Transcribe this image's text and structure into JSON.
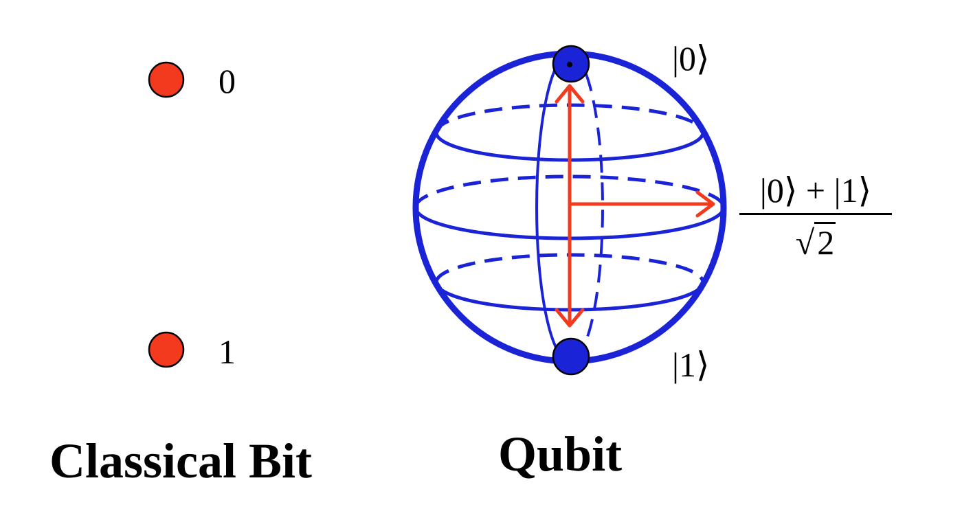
{
  "classical_bit": {
    "caption": "Classical Bit",
    "states": [
      {
        "label": "0"
      },
      {
        "label": "1"
      }
    ]
  },
  "qubit": {
    "caption": "Qubit",
    "ket_zero": "|0⟩",
    "ket_one": "|1⟩",
    "superposition": {
      "numerator": "|0⟩ + |1⟩",
      "radical": "√",
      "radicand": "2"
    }
  },
  "colors": {
    "sphere": "#1a24d6",
    "arrow": "#f33a1e",
    "bit_dot": "#f33a1e",
    "pole_dot": "#1a24d6",
    "outline": "#000000"
  }
}
